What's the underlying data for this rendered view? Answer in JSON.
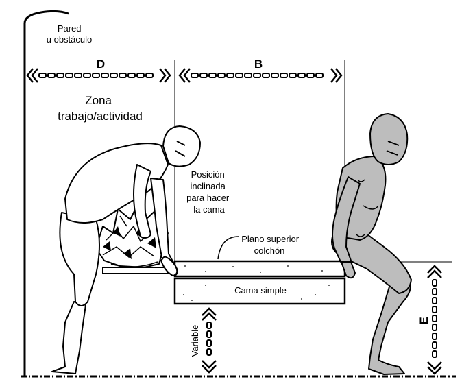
{
  "labels": {
    "wall": [
      "Pared",
      "u obstáculo"
    ],
    "dim_d": "D",
    "dim_b": "B",
    "dim_e": "E",
    "zone": [
      "Zona",
      "trabajo/actividad"
    ],
    "posture": [
      "Posición",
      "inclinada",
      "para hacer",
      "la cama"
    ],
    "mattress_top": [
      "Plano superior",
      "colchón"
    ],
    "bed": "Cama simple",
    "variable": "Variable"
  },
  "colors": {
    "line": "#000000",
    "seated_figure_fill": "#bdbdbd",
    "bent_figure_fill": "#ffffff"
  },
  "icons": {
    "dimension_arrow": "double-chevron-arrow",
    "bedding": "crumpled-sheets"
  }
}
